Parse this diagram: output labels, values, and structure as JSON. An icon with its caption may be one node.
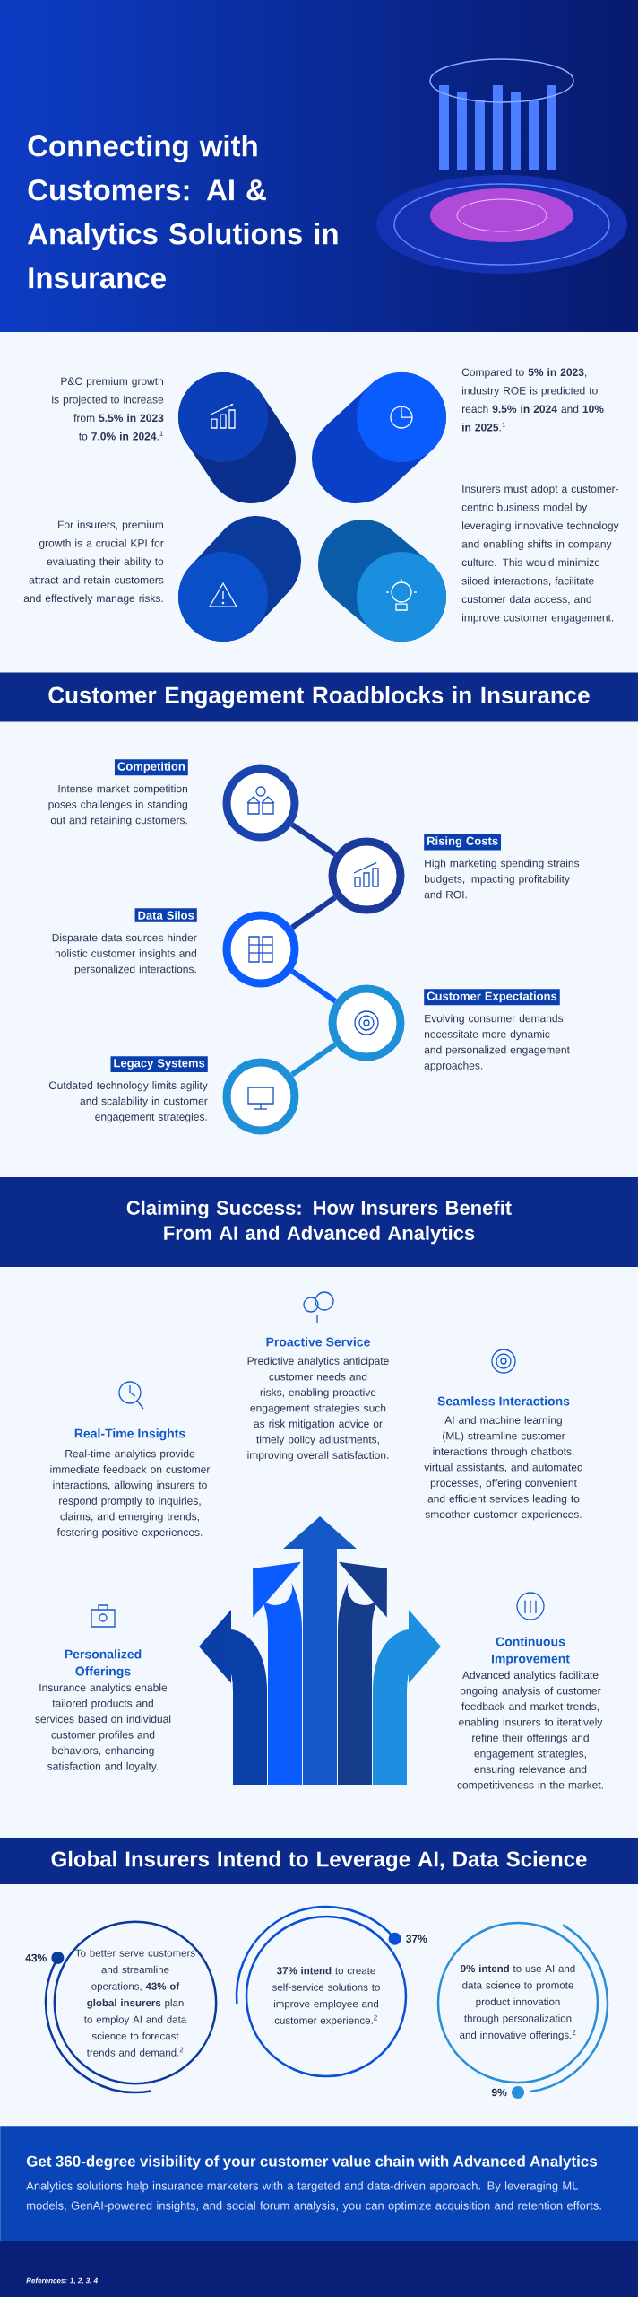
{
  "diagram": {
    "title": "Connecting with Customers: AI & Analytics Solutions in Insurance",
    "nodes": [
      {
        "text": [
          "Customer Engagement Roadblocks in Insurance"
        ]
      },
      {
        "text": [
          "Competition",
          "Intense market competition poses challenges in standing out and retaining customers."
        ]
      },
      {
        "text": [
          "Rising Costs",
          "High marketing spending strains budgets, impacting profitability and ROI."
        ]
      },
      {
        "text": [
          "Data Silos",
          "Disparate data sources hinder holistic customer insights and personalized interactions."
        ]
      },
      {
        "text": [
          "Customer Expectations",
          "Evolving consumer demands necessitate more dynamic and personalized engagement approaches."
        ]
      },
      {
        "text": [
          "Legacy Systems",
          "Outdated technology limits agility and scalability in customer engagement strategies."
        ]
      },
      {
        "text": [],
        "shape": "circle"
      },
      {
        "text": [],
        "shape": "circle"
      },
      {
        "text": [],
        "shape": "circle"
      },
      {
        "text": [],
        "shape": "circle"
      },
      {
        "text": [],
        "shape": "circle"
      },
      {
        "text": [
          "Claiming Success: How Insurers Benefit From AI and Advanced Analytics"
        ]
      },
      {
        "text": [
          "Proactive Service",
          "Predictive analytics anticipate customer needs and risks, enabling proactive engagement strategies such as risk mitigation advice or timely policy adjustments, improving overall satisfaction."
        ]
      },
      {
        "text": [
          "Real-Time Insights",
          "Real-time analytics provide immediate feedback on customer interactions, allowing insurers to respond promptly to inquiries, claims, and emerging trends, fostering positive experiences."
        ]
      },
      {
        "text": [
          "Seamless Interactions",
          "AI and machine learning (ML) streamline customer interactions through chatbots, virtual assistants, and automated processes, offering convenient and efficient services leading to smoother customer experiences."
        ]
      },
      {
        "text": [
          "Personalized Offerings",
          "Insurance analytics enable tailored products and services based on individual customer profiles and behaviors, enhancing satisfaction and loyalty."
        ]
      },
      {
        "text": [
          "Continuous Improvement",
          "Advanced analytics facilitate ongoing analysis of customer feedback and market trends, enabling insurers to iteratively refine their offerings and engagement strategies, ensuring relevance and competitiveness in the market."
        ]
      },
      {
        "text": [
          "Global Insurers Intend to Leverage AI, Data Science"
        ]
      },
      {
        "text": [
          "To better serve customers and streamline operations, **43% of global insurers** plan to employ AI and data science to forecast trends and demand.$^{2}$"
        ],
        "beside": [
          "43%"
        ]
      },
      {
        "text": [
          "**37% intend** to create self-service solutions to improve employee and customer experience.$^{2}$"
        ],
        "beside": [
          "37%"
        ]
      },
      {
        "text": [
          "**9% intend** to use AI and data science to promote product innovation through personalization and innovative offerings.$^{2}$"
        ],
        "beside": [
          "9%"
        ]
      },
      {
        "text": [
          "Get 360-degree visibility of your customer value chain with Advanced Analytics",
          "Analytics solutions help insurance marketers with a targeted and data-driven approach. By leveraging ML models, GenAI-powered insights, and social forum analysis, you can optimize acquisition and retention efforts."
        ]
      }
    ],
    "edges": [
      {
        "from": 6,
        "to": 7,
        "arrow": "none",
        "color": "#1a3a9c"
      },
      {
        "from": 7,
        "to": 8,
        "arrow": "none",
        "color": "#1a3a9c"
      },
      {
        "from": 8,
        "to": 9,
        "arrow": "none",
        "color": "#0a5cff"
      },
      {
        "from": 9,
        "to": 10,
        "arrow": "none",
        "color": "#1e90d8"
      }
    ],
    "labels": [
      "P&C premium growth is projected to increase from **5.5% in 2023** to **7.0% in 2024**.$^{1}$",
      "Compared to **5% in 2023**, industry ROE is predicted to reach **9.5% in 2024** and **10% in 2025**.$^{1}$",
      "For insurers, premium growth is a crucial KPI for evaluating their ability to attract and retain customers and effectively manage risks.",
      "Insurers must adopt a customer-centric business model by leveraging innovative technology and enabling shifts in company culture. This would minimize siloed interactions, facilitate customer data access, and improve customer engagement.",
      "References: 1, 2, 3, 4"
    ]
  }
}
